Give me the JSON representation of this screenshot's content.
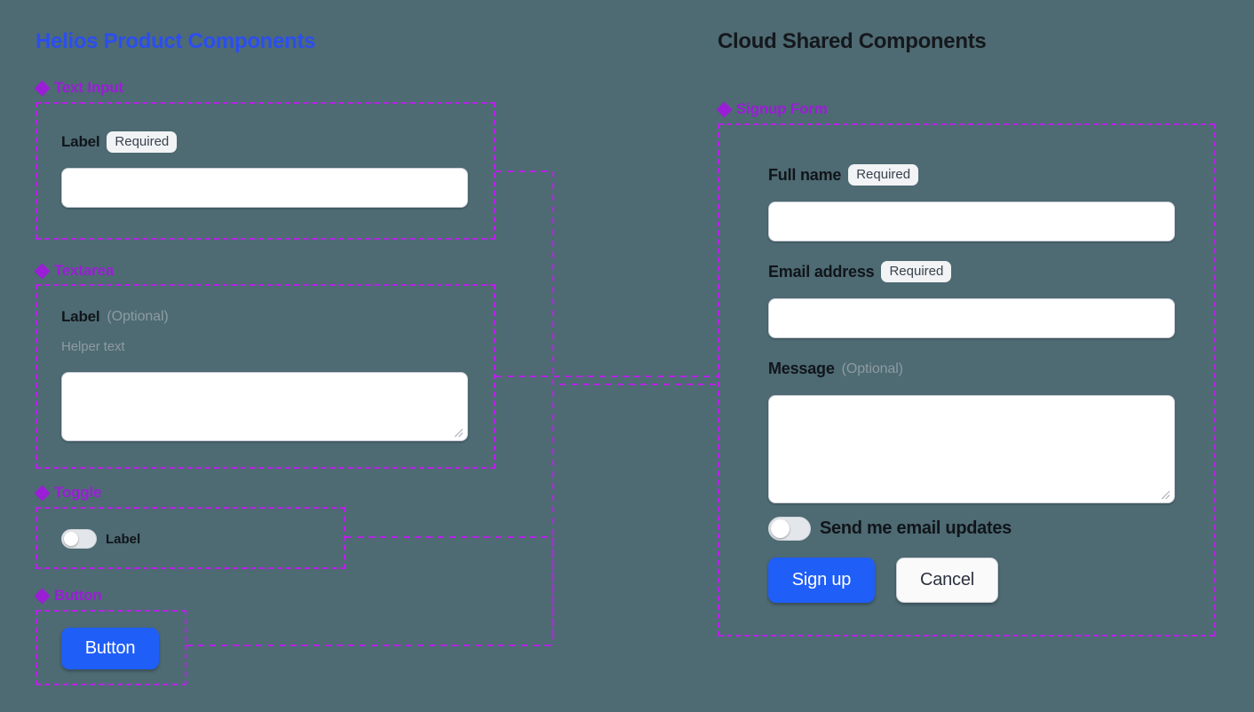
{
  "canvas": {
    "background": "#4e6a73",
    "accent_purple": "#b822e8",
    "accent_blue": "#2b4ef0",
    "primary_button": "#1f5ef7"
  },
  "left_panel": {
    "title": "Helios Product Components",
    "sections": [
      {
        "id": "text-input",
        "icon": "diamond-cluster-icon",
        "label": "Text Input",
        "field": {
          "label": "Label",
          "badge": "Required",
          "value": "",
          "placeholder": ""
        }
      },
      {
        "id": "textarea",
        "icon": "diamond-cluster-icon",
        "label": "Textarea",
        "field": {
          "label": "Label",
          "optional": "(Optional)",
          "helper": "Helper text",
          "value": "",
          "placeholder": ""
        }
      },
      {
        "id": "toggle",
        "icon": "diamond-cluster-icon",
        "label": "Toggle",
        "field": {
          "label": "Label",
          "state": "off"
        }
      },
      {
        "id": "button",
        "icon": "diamond-cluster-icon",
        "label": "Button",
        "field": {
          "label": "Button"
        }
      }
    ]
  },
  "right_panel": {
    "title": "Cloud Shared Components",
    "section": {
      "id": "signup-form",
      "icon": "diamond-cluster-icon",
      "label": "Signup Form"
    },
    "form": {
      "fields": [
        {
          "label": "Full name",
          "badge": "Required",
          "value": "",
          "placeholder": "",
          "type": "text"
        },
        {
          "label": "Email address",
          "badge": "Required",
          "value": "",
          "placeholder": "",
          "type": "text"
        },
        {
          "label": "Message",
          "optional": "(Optional)",
          "value": "",
          "placeholder": "",
          "type": "textarea"
        }
      ],
      "toggle": {
        "label": "Send me email updates",
        "state": "off"
      },
      "actions": {
        "submit": "Sign up",
        "cancel": "Cancel"
      }
    }
  }
}
